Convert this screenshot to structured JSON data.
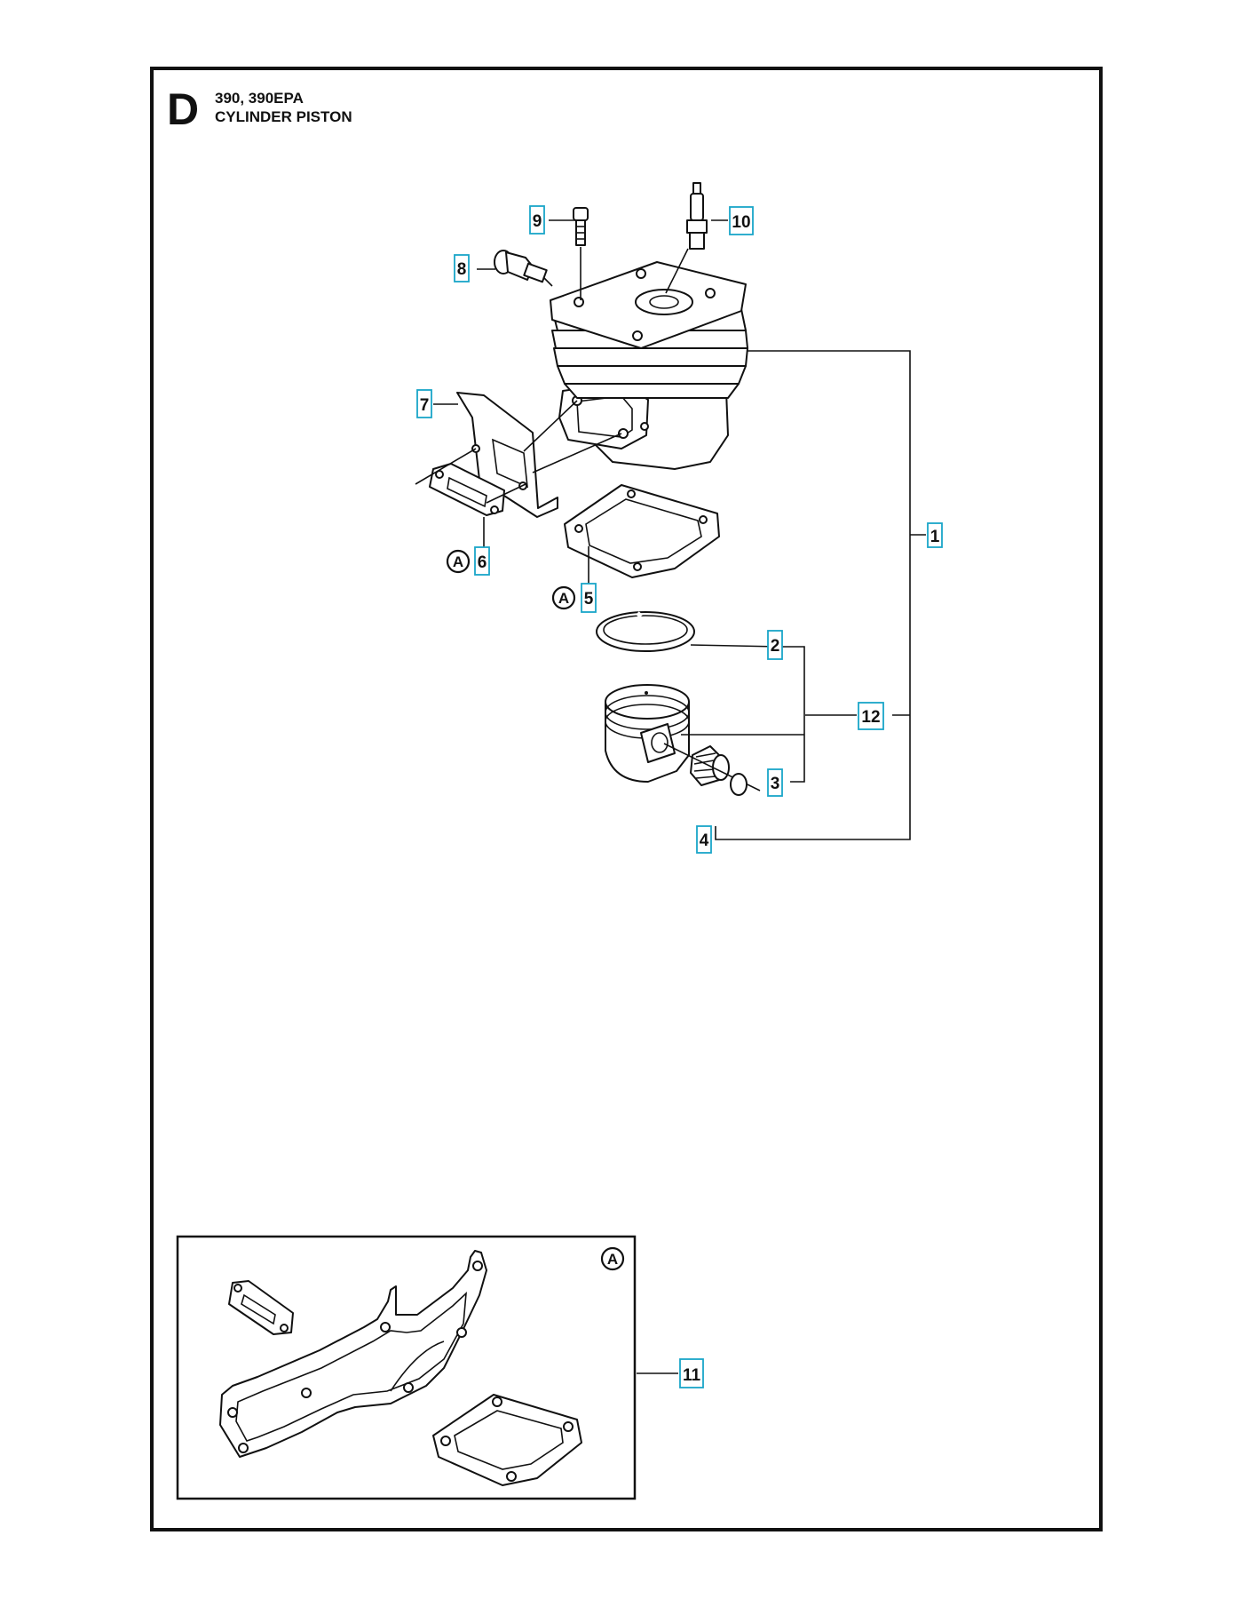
{
  "header": {
    "section_letter": "D",
    "models": "390, 390EPA",
    "title": "CYLINDER PISTON"
  },
  "callouts": {
    "c1": "1",
    "c2": "2",
    "c3": "3",
    "c4": "4",
    "c5": "5",
    "c6": "6",
    "c7": "7",
    "c8": "8",
    "c9": "9",
    "c10": "10",
    "c11": "11",
    "c12": "12"
  },
  "markers": {
    "kit_symbol": "A"
  },
  "colors": {
    "callout_border": "#1aa6c8",
    "line": "#111111"
  }
}
